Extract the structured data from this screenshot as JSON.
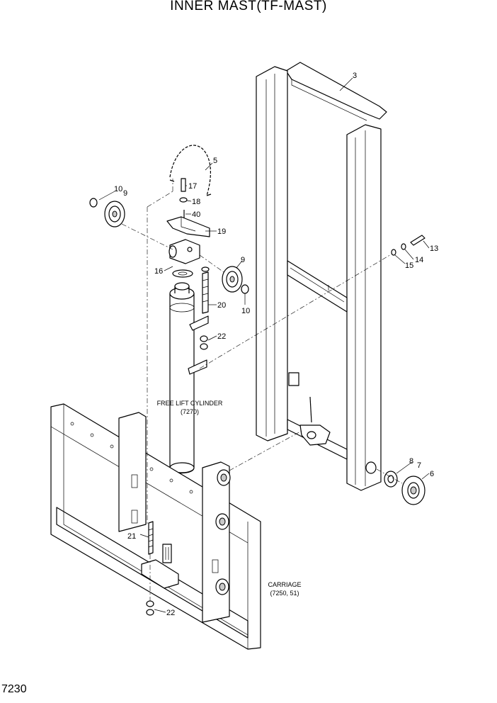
{
  "title": "INNER MAST(TF-MAST)",
  "page_code": "7230",
  "captions": {
    "cylinder_line1": "FREE LIFT CYLINDER",
    "cylinder_line2": "(7270)",
    "carriage_line1": "CARRIAGE",
    "carriage_line2": "(7250, 51)"
  },
  "callouts": [
    "3",
    "5",
    "10",
    "9",
    "17",
    "18",
    "40",
    "19",
    "9",
    "16",
    "20",
    "10",
    "22",
    "21",
    "22",
    "13",
    "14",
    "15",
    "8",
    "7",
    "6"
  ]
}
